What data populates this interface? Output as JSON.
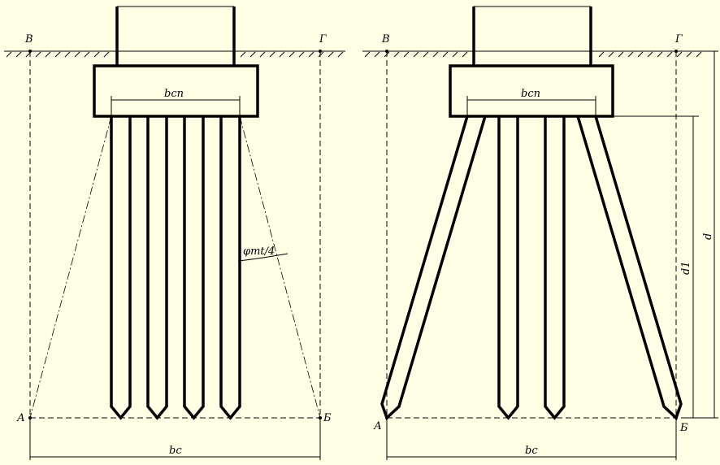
{
  "colors": {
    "background": "#ffffe6",
    "line": "#000000"
  },
  "left_figure": {
    "point_top_left": "В",
    "point_top_right": "Г",
    "point_bottom_left": "А",
    "point_bottom_right": "Б",
    "pile_cap_width": "bсп",
    "angle": "φmt/4",
    "base_width": "bс"
  },
  "right_figure": {
    "point_top_left": "В",
    "point_top_right": "Г",
    "point_bottom_left": "А",
    "point_bottom_right": "Б",
    "pile_cap_width": "bсп",
    "depth_inner": "d1",
    "depth_total": "d",
    "base_width": "bс"
  }
}
